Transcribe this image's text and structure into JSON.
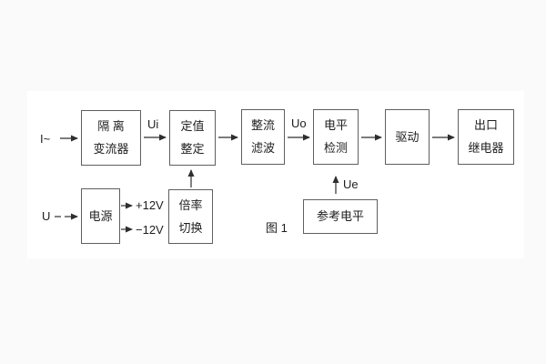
{
  "figure": {
    "caption": "图 1",
    "type": "block-diagram",
    "background_color": "#fafafa",
    "panel_color": "#ffffff",
    "line_color": "#2e2e2e",
    "box_border_color": "#5f5f5f"
  },
  "blocks": {
    "isolation_transformer": {
      "lines": [
        "隔 离",
        "变流器"
      ]
    },
    "setting_adjust": {
      "lines": [
        "定值",
        "整定"
      ]
    },
    "rectifier_filter": {
      "lines": [
        "整流",
        "滤波"
      ]
    },
    "level_detect": {
      "lines": [
        "电平",
        "检测"
      ]
    },
    "drive": {
      "lines": [
        "驱动"
      ]
    },
    "output_relay": {
      "lines": [
        "出口",
        "继电器"
      ]
    },
    "power_supply": {
      "lines": [
        "电源"
      ]
    },
    "ratio_switch": {
      "lines": [
        "倍率",
        "切换"
      ]
    },
    "reference_level": {
      "lines": [
        "参考电平"
      ]
    }
  },
  "labels": {
    "input_current": "I~",
    "input_voltage": "U",
    "ui": "Ui",
    "uo": "Uo",
    "ue": "Ue",
    "plus_12v": "+12V",
    "minus_12v": "−12V",
    "caption": "图 1"
  },
  "connections": [
    "I~ → 隔离变流器",
    "隔离变流器 →(Ui) 定值整定",
    "定值整定 → 整流滤波",
    "整流滤波 →(Uo) 电平检测",
    "电平检测 → 驱动",
    "驱动 → 出口继电器",
    "U → 电源",
    "电源 → +12V",
    "电源 → −12V",
    "倍率切换 ↑ 定值整定",
    "参考电平 ↑(Ue) 电平检测"
  ]
}
